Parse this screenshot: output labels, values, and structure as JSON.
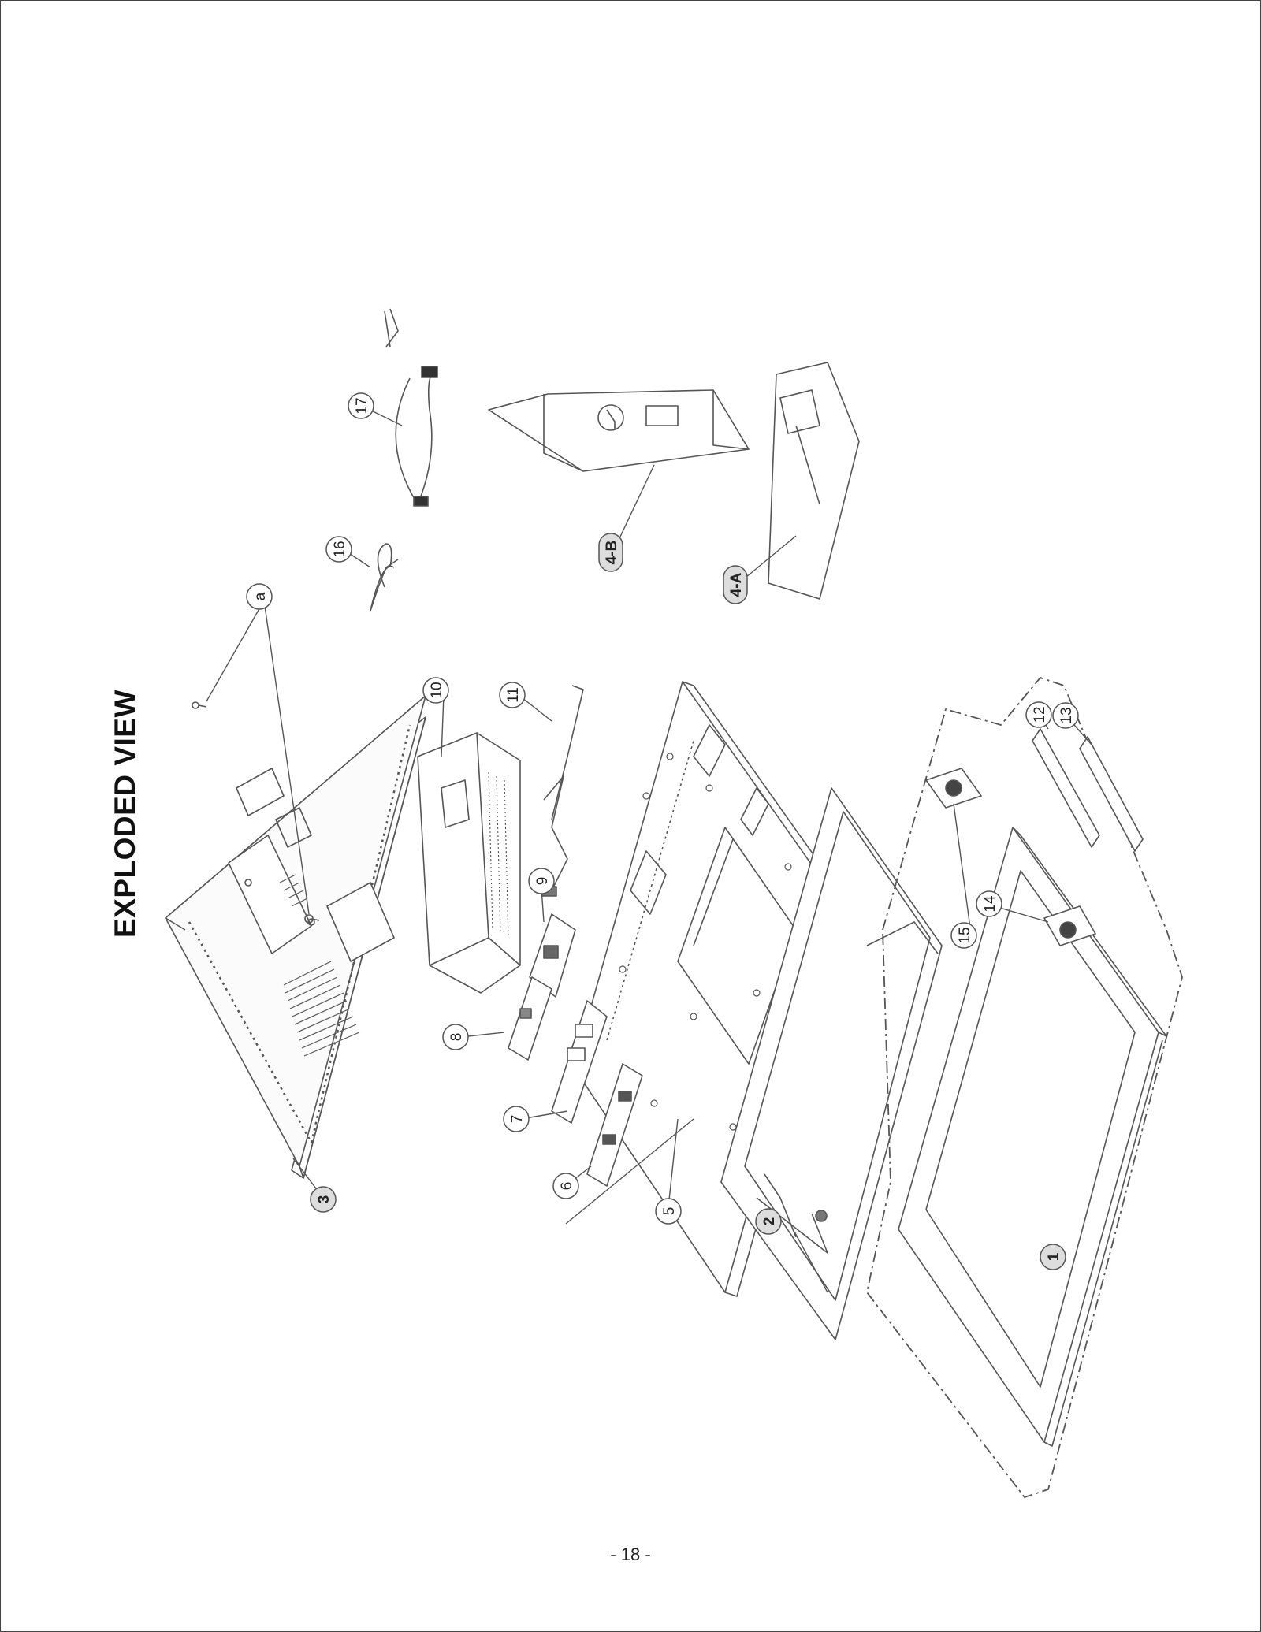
{
  "page": {
    "title": "EXPLODED VIEW",
    "page_number": "- 18 -"
  },
  "callouts": [
    {
      "id": "c1",
      "label": "1",
      "shaded": true
    },
    {
      "id": "c2",
      "label": "2",
      "shaded": true
    },
    {
      "id": "c3",
      "label": "3",
      "shaded": true
    },
    {
      "id": "c4a",
      "label": "4-A",
      "shaded": true
    },
    {
      "id": "c4b",
      "label": "4-B",
      "shaded": true
    },
    {
      "id": "c5",
      "label": "5",
      "shaded": false
    },
    {
      "id": "c6",
      "label": "6",
      "shaded": false
    },
    {
      "id": "c7",
      "label": "7",
      "shaded": false
    },
    {
      "id": "c8",
      "label": "8",
      "shaded": false
    },
    {
      "id": "c9",
      "label": "9",
      "shaded": false
    },
    {
      "id": "c10",
      "label": "10",
      "shaded": false
    },
    {
      "id": "c11",
      "label": "11",
      "shaded": false
    },
    {
      "id": "c12",
      "label": "12",
      "shaded": false
    },
    {
      "id": "c13",
      "label": "13",
      "shaded": false
    },
    {
      "id": "c14",
      "label": "14",
      "shaded": false
    },
    {
      "id": "c15",
      "label": "15",
      "shaded": false
    },
    {
      "id": "c16",
      "label": "16",
      "shaded": false
    },
    {
      "id": "c17",
      "label": "17",
      "shaded": false
    },
    {
      "id": "ca",
      "label": "a",
      "shaded": false
    }
  ],
  "colors": {
    "line": "#555555",
    "callout_fill": "#dddddd",
    "callout_fill_plain": "#ffffff"
  }
}
